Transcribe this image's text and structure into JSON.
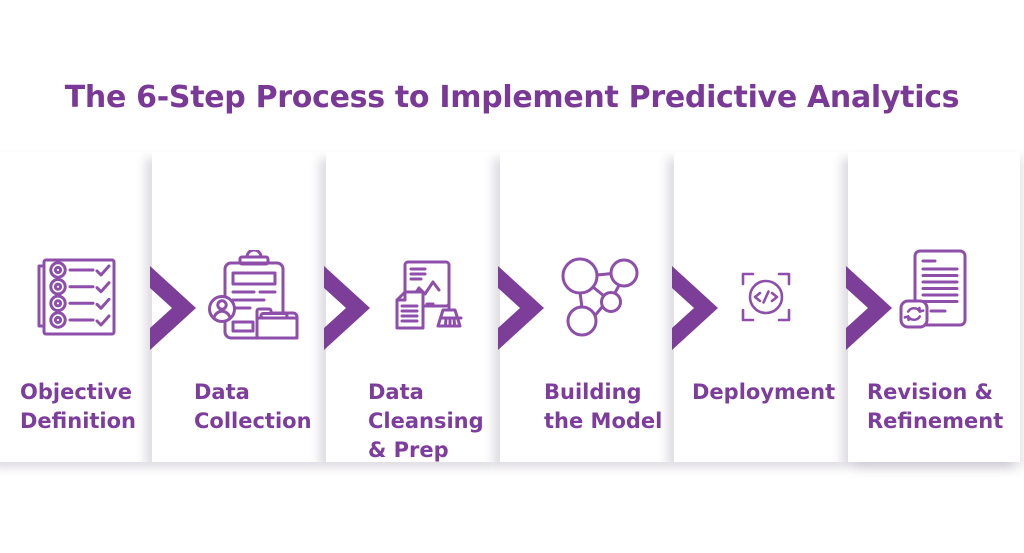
{
  "title": "The 6-Step Process to Implement Predictive Analytics",
  "colors": {
    "title": "#7a3897",
    "label": "#7d3d9c",
    "icon": "#8e4fab",
    "chevron": "#7c3e99",
    "panel": "#ffffff"
  },
  "steps": [
    {
      "label": "Objective\nDefinition",
      "icon": "checklist-icon"
    },
    {
      "label": "Data\nCollection",
      "icon": "clipboard-collection-icon"
    },
    {
      "label": "Data\nCleansing\n& Prep",
      "icon": "cleansing-broom-icon"
    },
    {
      "label": "Building\nthe Model",
      "icon": "network-nodes-icon"
    },
    {
      "label": "Deployment",
      "icon": "deploy-code-icon"
    },
    {
      "label": "Revision &\nRefinement",
      "icon": "document-refresh-icon"
    }
  ]
}
